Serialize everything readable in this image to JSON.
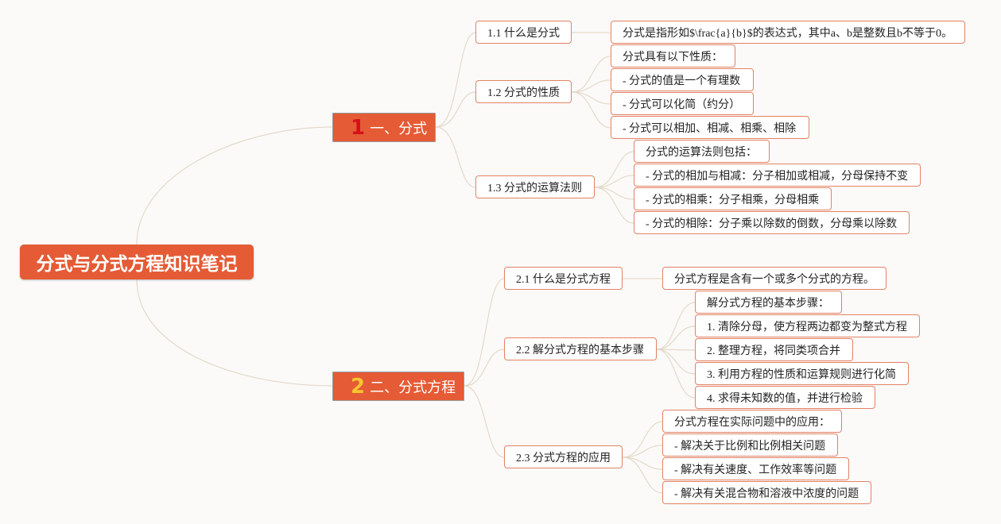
{
  "root": {
    "title": "分式与分式方程知识笔记"
  },
  "branches": [
    {
      "badge": "1",
      "title": "一、分式",
      "subs": [
        {
          "title": "1.1 什么是分式",
          "leaves": [
            "分式是指形如$\\frac{a}{b}$的表达式，其中a、b是整数且b不等于0。"
          ]
        },
        {
          "title": "1.2 分式的性质",
          "leaves": [
            "分式具有以下性质：",
            "- 分式的值是一个有理数",
            "- 分式可以化简（约分）",
            "- 分式可以相加、相减、相乘、相除"
          ]
        },
        {
          "title": "1.3 分式的运算法则",
          "leaves": [
            "分式的运算法则包括：",
            "- 分式的相加与相减：分子相加或相减，分母保持不变",
            "- 分式的相乘：分子相乘，分母相乘",
            "- 分式的相除：分子乘以除数的倒数，分母乘以除数"
          ]
        }
      ]
    },
    {
      "badge": "2",
      "title": "二、分式方程",
      "subs": [
        {
          "title": "2.1 什么是分式方程",
          "leaves": [
            "分式方程是含有一个或多个分式的方程。"
          ]
        },
        {
          "title": "2.2 解分式方程的基本步骤",
          "leaves": [
            "解分式方程的基本步骤：",
            "1. 清除分母，使方程两边都变为整式方程",
            "2. 整理方程，将同类项合并",
            "3. 利用方程的性质和运算规则进行化简",
            "4. 求得未知数的值，并进行检验"
          ]
        },
        {
          "title": "2.3 分式方程的应用",
          "leaves": [
            "分式方程在实际问题中的应用：",
            "- 解决关于比例和比例相关问题",
            "- 解决有关速度、工作效率等问题",
            "- 解决有关混合物和溶液中浓度的问题"
          ]
        }
      ]
    }
  ]
}
